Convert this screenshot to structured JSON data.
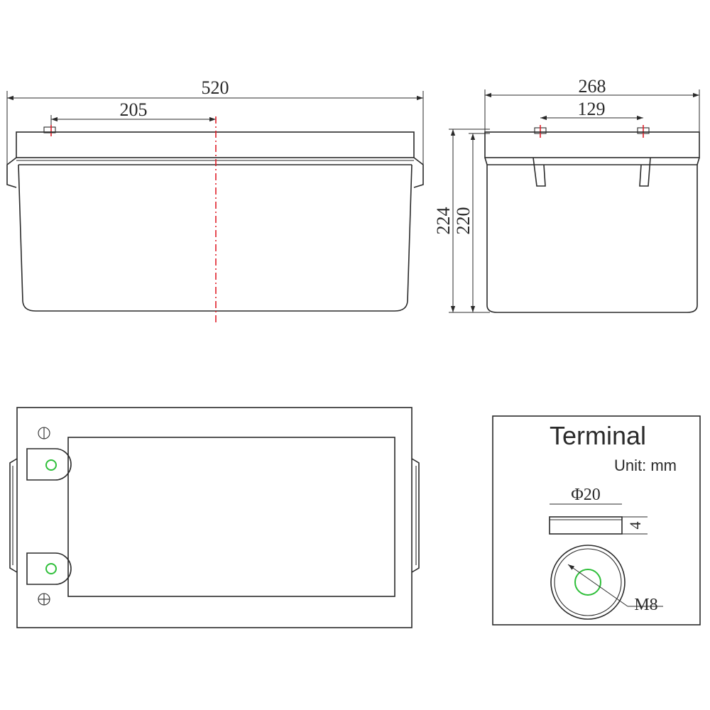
{
  "front_view": {
    "overall_length": "520",
    "terminal_offset": "205"
  },
  "side_view": {
    "overall_width": "268",
    "terminal_spacing": "129",
    "total_height": "224",
    "case_height": "220"
  },
  "terminal_detail": {
    "title": "Terminal",
    "unit": "Unit: mm",
    "diameter": "Φ20",
    "thickness": "4",
    "thread": "M8"
  }
}
